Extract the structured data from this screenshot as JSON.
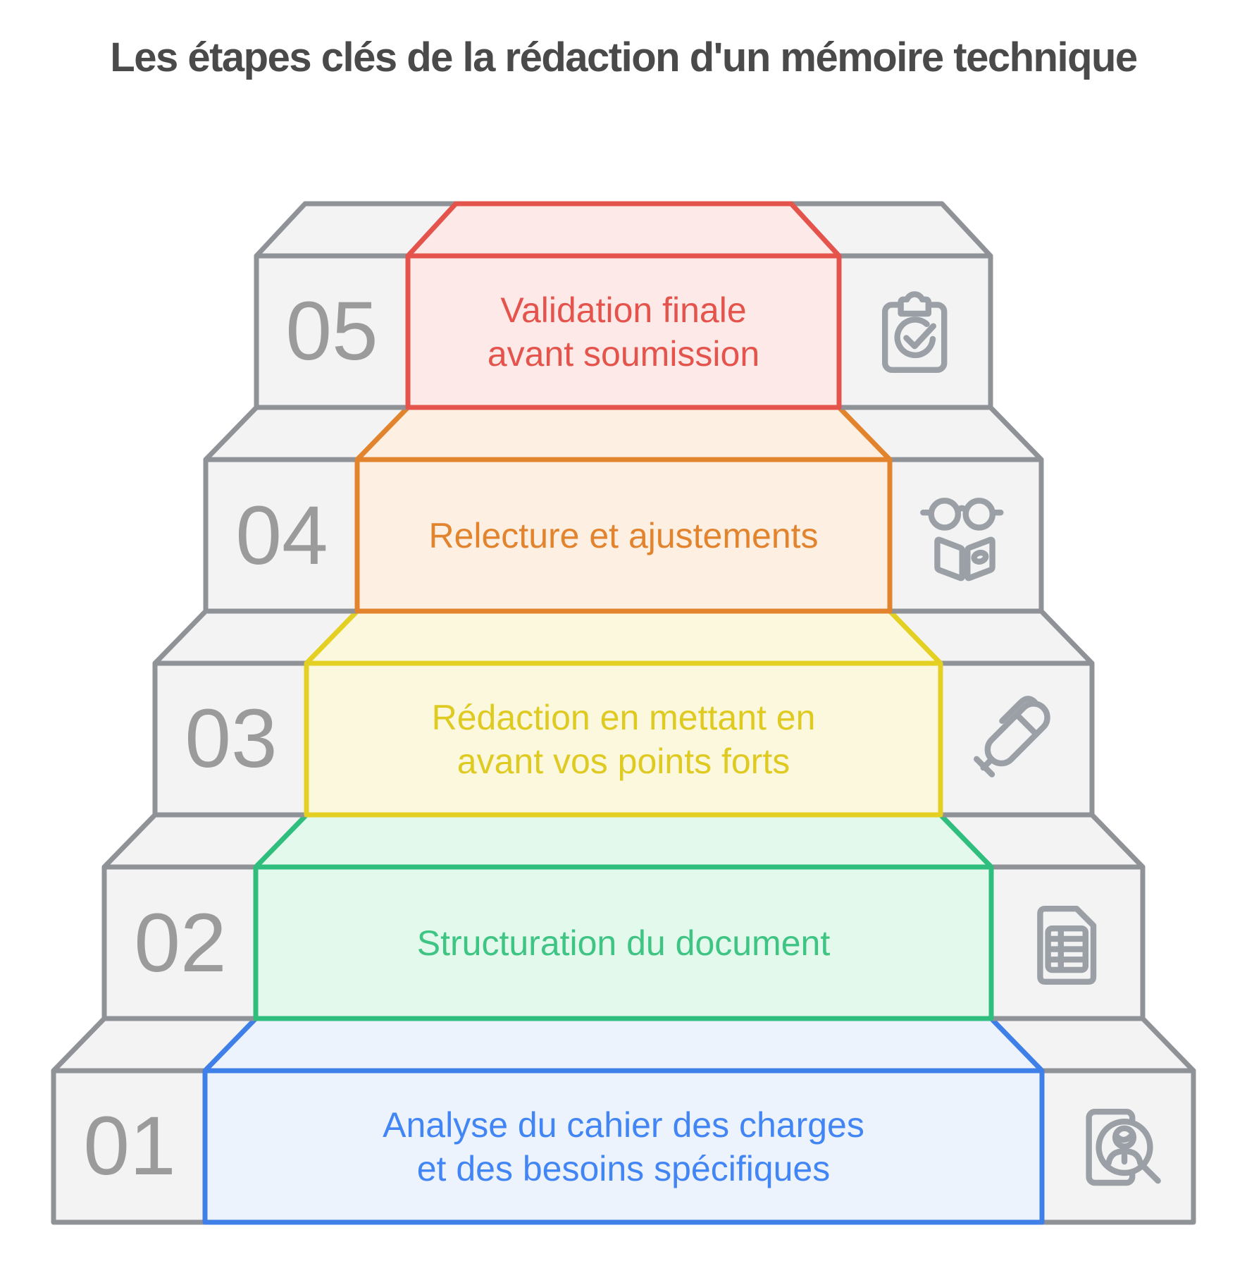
{
  "title": "Les étapes clés de la rédaction d'un mémoire technique",
  "steps": [
    {
      "number": "05",
      "lines": [
        "Validation finale",
        "avant soumission"
      ],
      "color": "red",
      "icon": "clipboard-check-icon"
    },
    {
      "number": "04",
      "lines": [
        "Relecture et ajustements"
      ],
      "color": "orange",
      "icon": "glasses-book-icon"
    },
    {
      "number": "03",
      "lines": [
        "Rédaction en mettant en",
        "avant vos points forts"
      ],
      "color": "yellow",
      "icon": "pen-icon"
    },
    {
      "number": "02",
      "lines": [
        "Structuration du document"
      ],
      "color": "green",
      "icon": "document-table-icon"
    },
    {
      "number": "01",
      "lines": [
        "Analyse du cahier des charges",
        "et des besoins spécifiques"
      ],
      "color": "blue",
      "icon": "person-search-document-icon"
    }
  ],
  "palette": {
    "background": "#ffffff",
    "title_text": "#4a4a4a",
    "step_face": "#f3f3f4",
    "step_border": "#8f9296",
    "number_text": "#9b9b9b",
    "icon_stroke": "#9aa0a6",
    "red": {
      "border": "#e4544c",
      "fill": "#fdeae8",
      "text": "#e4544c"
    },
    "orange": {
      "border": "#e2832d",
      "fill": "#fdf0e2",
      "text": "#e2832d"
    },
    "yellow": {
      "border": "#e4d023",
      "fill": "#fcf8dd",
      "text": "#dfca22"
    },
    "green": {
      "border": "#2fbe7d",
      "fill": "#e2f9ec",
      "text": "#3ec483"
    },
    "blue": {
      "border": "#3f7fe8",
      "fill": "#edf3fd",
      "text": "#4285f4"
    }
  }
}
